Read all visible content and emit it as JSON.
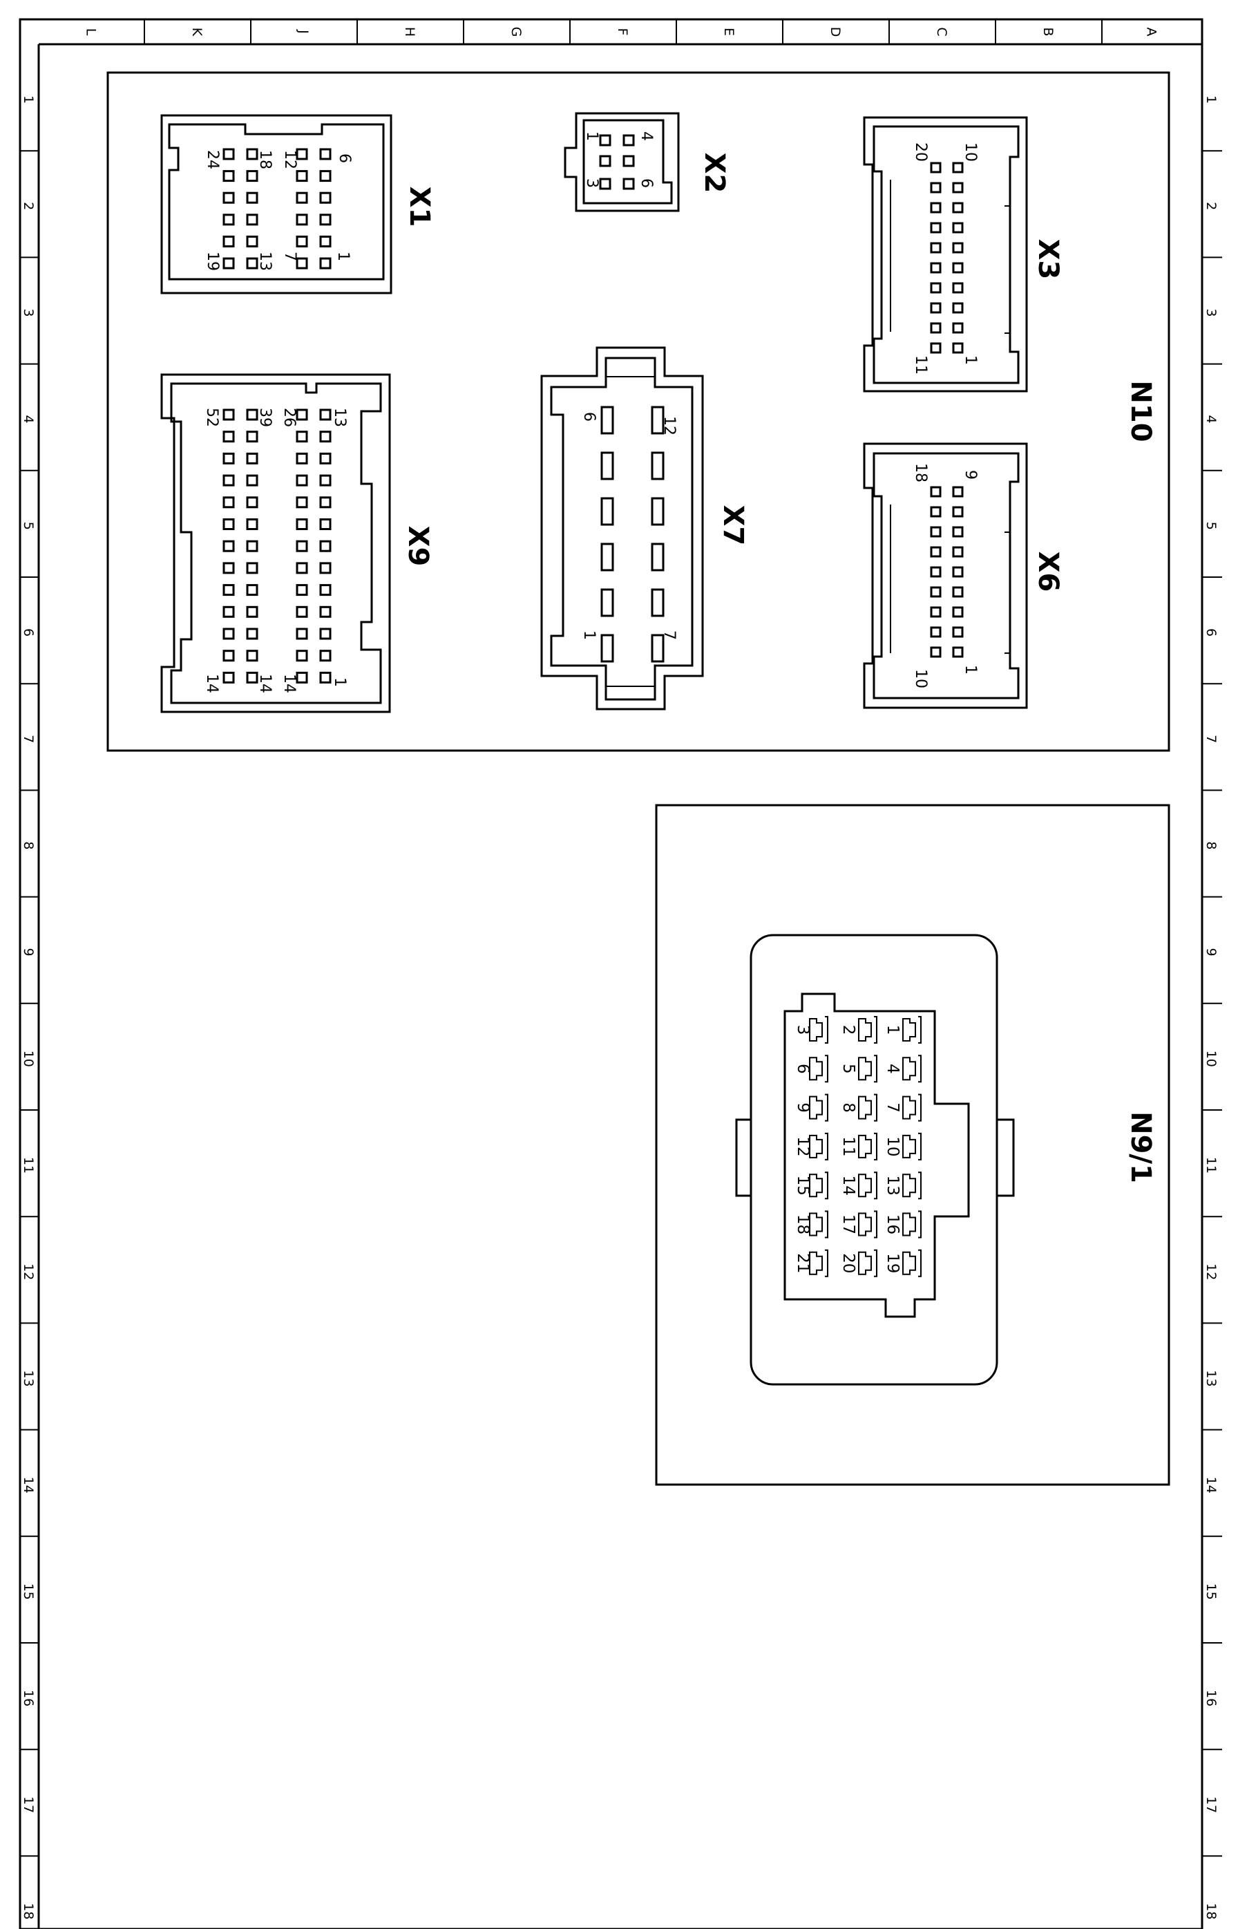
{
  "frame": {
    "columns": [
      "L",
      "K",
      "J",
      "H",
      "G",
      "F",
      "E",
      "D",
      "C",
      "B",
      "A"
    ],
    "rows": [
      "1",
      "2",
      "3",
      "4",
      "5",
      "6",
      "7",
      "8",
      "9",
      "10",
      "11",
      "12",
      "13",
      "14",
      "15",
      "16",
      "17",
      "18"
    ]
  },
  "panels": {
    "n10": {
      "label": "N10"
    },
    "n9_1": {
      "label": "N9/1"
    }
  },
  "connectors": {
    "x1": {
      "label": "X1",
      "pin_labels": [
        "6",
        "12",
        "18",
        "24",
        "1",
        "7",
        "13",
        "19"
      ]
    },
    "x2": {
      "label": "X2",
      "pin_labels": [
        "4",
        "1",
        "6",
        "3"
      ]
    },
    "x3": {
      "label": "X3",
      "pin_labels": [
        "10",
        "20",
        "1",
        "11"
      ]
    },
    "x9": {
      "label": "X9",
      "pin_labels": [
        "13",
        "26",
        "39",
        "52",
        "1",
        "14",
        "14",
        "14"
      ]
    },
    "x7": {
      "label": "X7",
      "pin_labels": [
        "12",
        "6",
        "7",
        "1"
      ]
    },
    "x6": {
      "label": "X6",
      "pin_labels": [
        "9",
        "18",
        "1",
        "10"
      ]
    },
    "n9_1_connector": {
      "pin_labels": [
        "1",
        "2",
        "3",
        "4",
        "5",
        "6",
        "7",
        "8",
        "9",
        "10",
        "11",
        "12",
        "13",
        "14",
        "15",
        "16",
        "17",
        "18",
        "19",
        "20",
        "21"
      ]
    }
  }
}
